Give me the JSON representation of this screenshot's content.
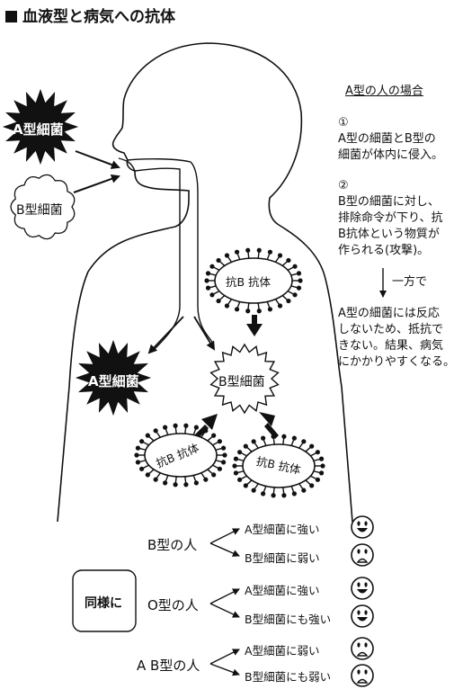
{
  "title": "血液型と病気への抗体",
  "explanation": {
    "heading": "A型の人の場合",
    "step1_num": "①",
    "step1_text": "A型の細菌とB型の\n細菌が体内に侵入。",
    "step2_num": "②",
    "step2_text": "B型の細菌に対し、\n排除命令が下り、抗\nB抗体という物質が\n作られる(攻撃)。",
    "transition": "一方で",
    "result_text": "A型の細菌には反応\nしないため、抵抗で\nきない。結果、病気\nにかかりやすくなる。"
  },
  "diagram": {
    "a_bacteria_in": "A型細菌",
    "b_bacteria_in": "B型細菌",
    "a_bacteria_out": "A型細菌",
    "b_bacteria_target": "B型細菌",
    "antibody_labels": [
      "抗B 抗体",
      "抗B 抗体",
      "抗B 抗体"
    ]
  },
  "legend": {
    "same_label": "同様に",
    "types": [
      {
        "type": "B型の人",
        "rows": [
          {
            "text": "A型細菌に強い",
            "face": "smile-icon"
          },
          {
            "text": "B型細菌に弱い",
            "face": "frown-icon"
          }
        ]
      },
      {
        "type": "O型の人",
        "rows": [
          {
            "text": "A型細菌に強い",
            "face": "smile-icon"
          },
          {
            "text": "B型細菌にも強い",
            "face": "smile-icon"
          }
        ]
      },
      {
        "type": "A B型の人",
        "rows": [
          {
            "text": "A型細菌に弱い",
            "face": "frown-icon"
          },
          {
            "text": "B型細菌にも弱い",
            "face": "frown-icon"
          }
        ]
      }
    ]
  }
}
